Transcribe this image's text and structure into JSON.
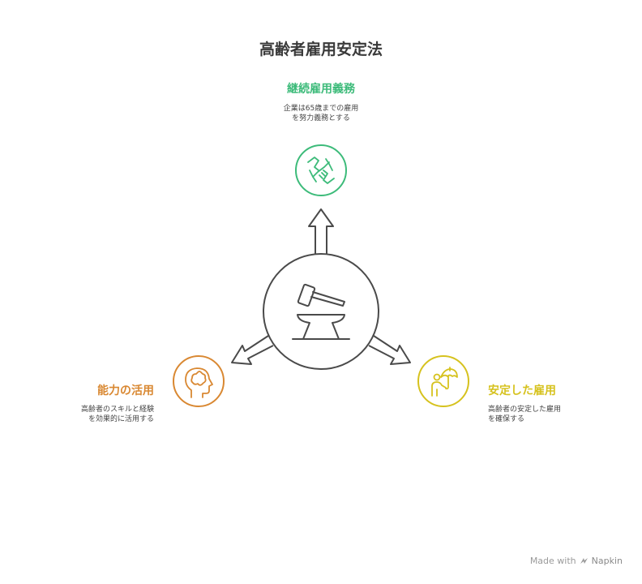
{
  "title": "高齢者雇用安定法",
  "nodes": {
    "top": {
      "heading": "継続雇用義務",
      "desc_line1": "企業は65歳までの雇用",
      "desc_line2": "を努力義務とする",
      "icon": "handshake-icon",
      "color": "#3dbb7a"
    },
    "left": {
      "heading": "能力の活用",
      "desc_line1": "高齢者のスキルと経験",
      "desc_line2": "を効果的に活用する",
      "icon": "head-puzzle-icon",
      "color": "#d98832"
    },
    "right": {
      "heading": "安定した雇用",
      "desc_line1": "高齢者の安定した雇用",
      "desc_line2": "を確保する",
      "icon": "person-umbrella-icon",
      "color": "#d6c21e"
    }
  },
  "center_icon": "hammer-anvil-icon",
  "footer": {
    "made_with": "Made with",
    "brand": "Napkin"
  }
}
